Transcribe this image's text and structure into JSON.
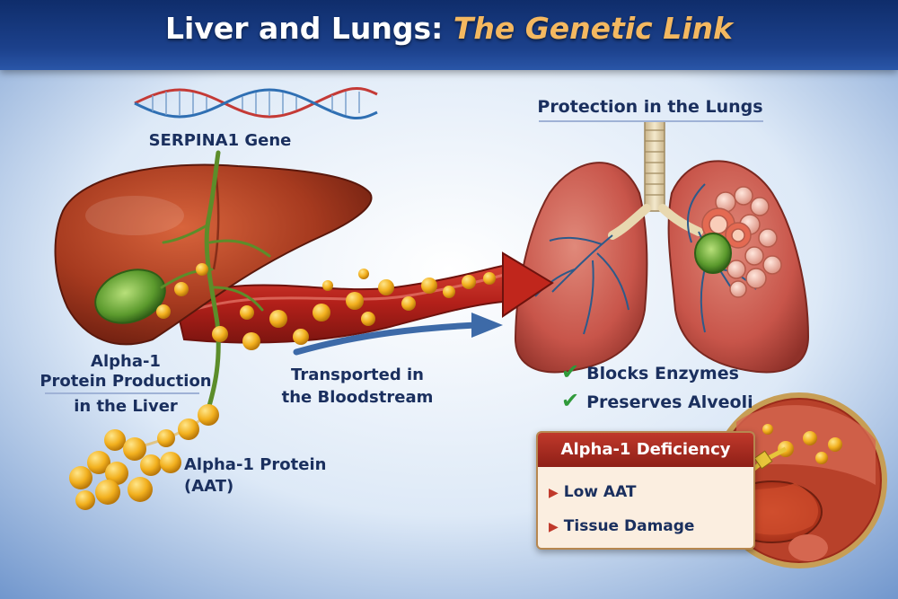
{
  "title": {
    "main": "Liver and Lungs:",
    "highlight": "The Genetic Link"
  },
  "labels": {
    "gene": "SERPINA1 Gene",
    "liver_line1": "Alpha-1",
    "liver_line2": "Protein Production",
    "liver_line3": "in the Liver",
    "transport_line1": "Transported in",
    "transport_line2": "the Bloodstream",
    "protein_line1": "Alpha-1 Protein",
    "protein_line2": "(AAT)",
    "lungs": "Protection in the Lungs"
  },
  "benefits": [
    "Blocks Enzymes",
    "Preserves Alveoli"
  ],
  "deficiency": {
    "title": "Alpha-1 Deficiency",
    "items": [
      "Low AAT",
      "Tissue Damage"
    ]
  },
  "icons": [
    "dna-helix-icon",
    "check-icon",
    "triangle-bullet-icon"
  ],
  "colors": {
    "title_bar": "#1c418c",
    "title_highlight": "#f4b860",
    "text": "#1a2f5e",
    "liver": "#a63a1f",
    "gallbladder": "#6aa83a",
    "blood": "#c0261c",
    "protein": "#f2b01e",
    "lung": "#c8554a",
    "check": "#2f9a3a",
    "deficiency_header": "#c0392b"
  }
}
